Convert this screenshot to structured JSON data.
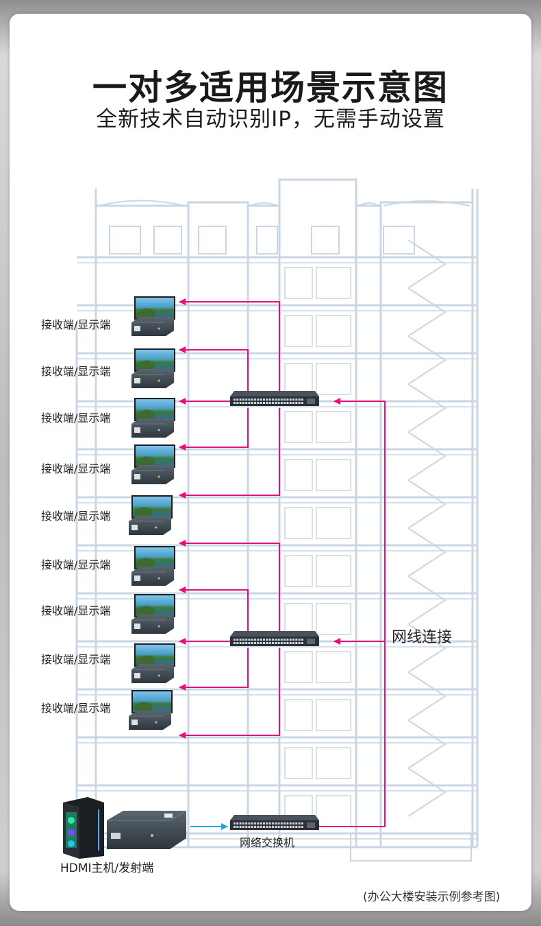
{
  "header": {
    "title": "一对多适用场景示意图",
    "subtitle": "全新技术自动识别IP，无需手动设置"
  },
  "labels": {
    "receiver": "接收端/显示端",
    "network_connection": "网线连接",
    "switch": "网络交换机",
    "transmitter": "HDMI主机/发射端"
  },
  "caption": "(办公大楼安装示例参考图)",
  "colors": {
    "cable": "#e4117a",
    "link": "#1aa7e6",
    "building": "#c9d6e3"
  },
  "icons": {
    "display": "monitor-icon",
    "receiver_box": "extender-box-icon",
    "switch": "network-switch-icon",
    "pc": "pc-tower-icon"
  }
}
